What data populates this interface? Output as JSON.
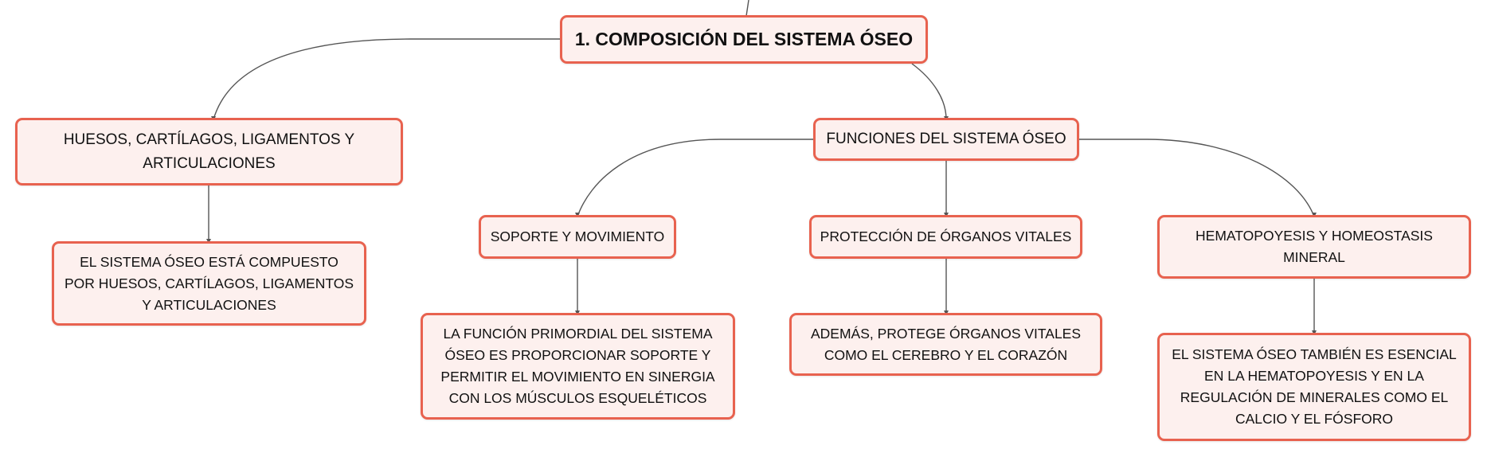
{
  "map": {
    "root": "1. COMPOSICIÓN DEL SISTEMA ÓSEO",
    "components": "HUESOS, CARTÍLAGOS, LIGAMENTOS Y ARTICULACIONES",
    "components_detail": "EL SISTEMA ÓSEO ESTÁ COMPUESTO POR HUESOS, CARTÍLAGOS, LIGAMENTOS Y ARTICULACIONES",
    "functions": "FUNCIONES DEL SISTEMA ÓSEO",
    "support": "SOPORTE Y MOVIMIENTO",
    "support_detail": "LA FUNCIÓN PRIMORDIAL DEL SISTEMA ÓSEO ES PROPORCIONAR SOPORTE Y PERMITIR EL MOVIMIENTO EN SINERGIA CON LOS MÚSCULOS ESQUELÉTICOS",
    "protection": "PROTECCIÓN DE ÓRGANOS VITALES",
    "protection_detail": "ADEMÁS, PROTEGE ÓRGANOS VITALES COMO EL CEREBRO Y EL CORAZÓN",
    "hematopoiesis": "HEMATOPOYESIS Y HOMEOSTASIS MINERAL",
    "hematopoiesis_detail": "EL SISTEMA ÓSEO TAMBIÉN ES ESENCIAL EN LA HEMATOPOYESIS Y EN LA REGULACIÓN DE MINERALES COMO EL CALCIO Y EL FÓSFORO"
  },
  "colors": {
    "border": "#e8624f",
    "fill": "#fdf0ee",
    "connector": "#555555"
  }
}
